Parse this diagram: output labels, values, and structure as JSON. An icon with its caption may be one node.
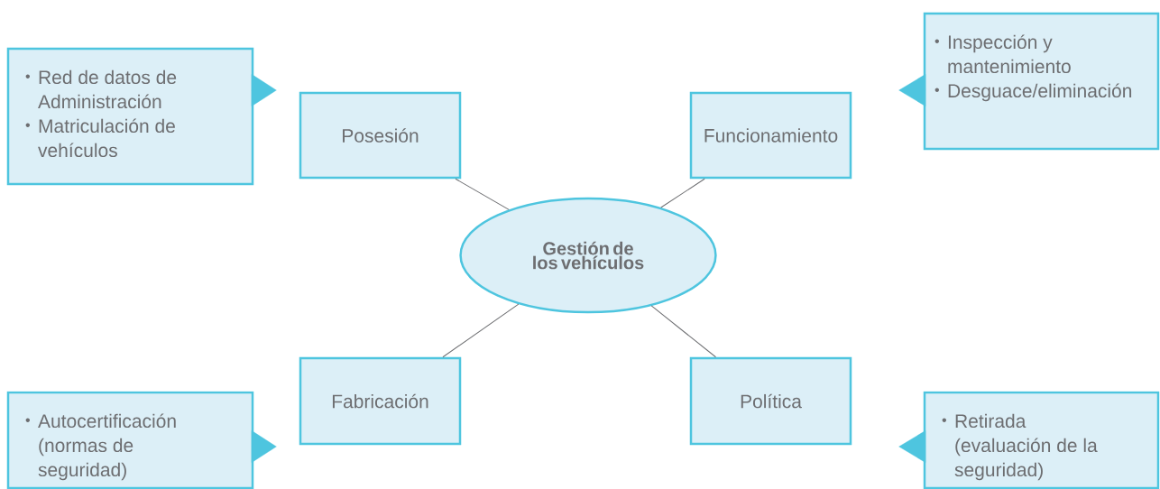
{
  "diagram": {
    "nodes": [
      {
        "text": [
          "Red de datos de Administración",
          "Matriculación de vehículos"
        ]
      },
      {
        "text": [
          "Posesión"
        ]
      },
      {
        "text": [
          "Funcionamiento"
        ]
      },
      {
        "text": [
          "Inspección y mantenimiento",
          "Desguace/eliminación"
        ]
      },
      {
        "text": [
          "Gestión de los vehículos"
        ]
      },
      {
        "text": [
          "Fabricación"
        ]
      },
      {
        "text": [
          "Política"
        ]
      },
      {
        "text": [
          "Autocertificación (normas de seguridad)"
        ]
      },
      {
        "text": [
          "Retirada (evaluación de la seguridad)"
        ]
      }
    ],
    "edges": [
      {
        "from": 4,
        "to": 1,
        "arrow": "none"
      },
      {
        "from": 4,
        "to": 2,
        "arrow": "none"
      },
      {
        "from": 4,
        "to": 5,
        "arrow": "none"
      },
      {
        "from": 4,
        "to": 6,
        "arrow": "none"
      },
      {
        "from": 0,
        "to": 1,
        "arrow": "to",
        "color": "#4ec5df"
      },
      {
        "from": 3,
        "to": 2,
        "arrow": "to",
        "color": "#4ec5df"
      },
      {
        "from": 7,
        "to": 5,
        "arrow": "to",
        "color": "#4ec5df"
      },
      {
        "from": 8,
        "to": 6,
        "arrow": "to",
        "color": "#4ec5df"
      }
    ]
  }
}
